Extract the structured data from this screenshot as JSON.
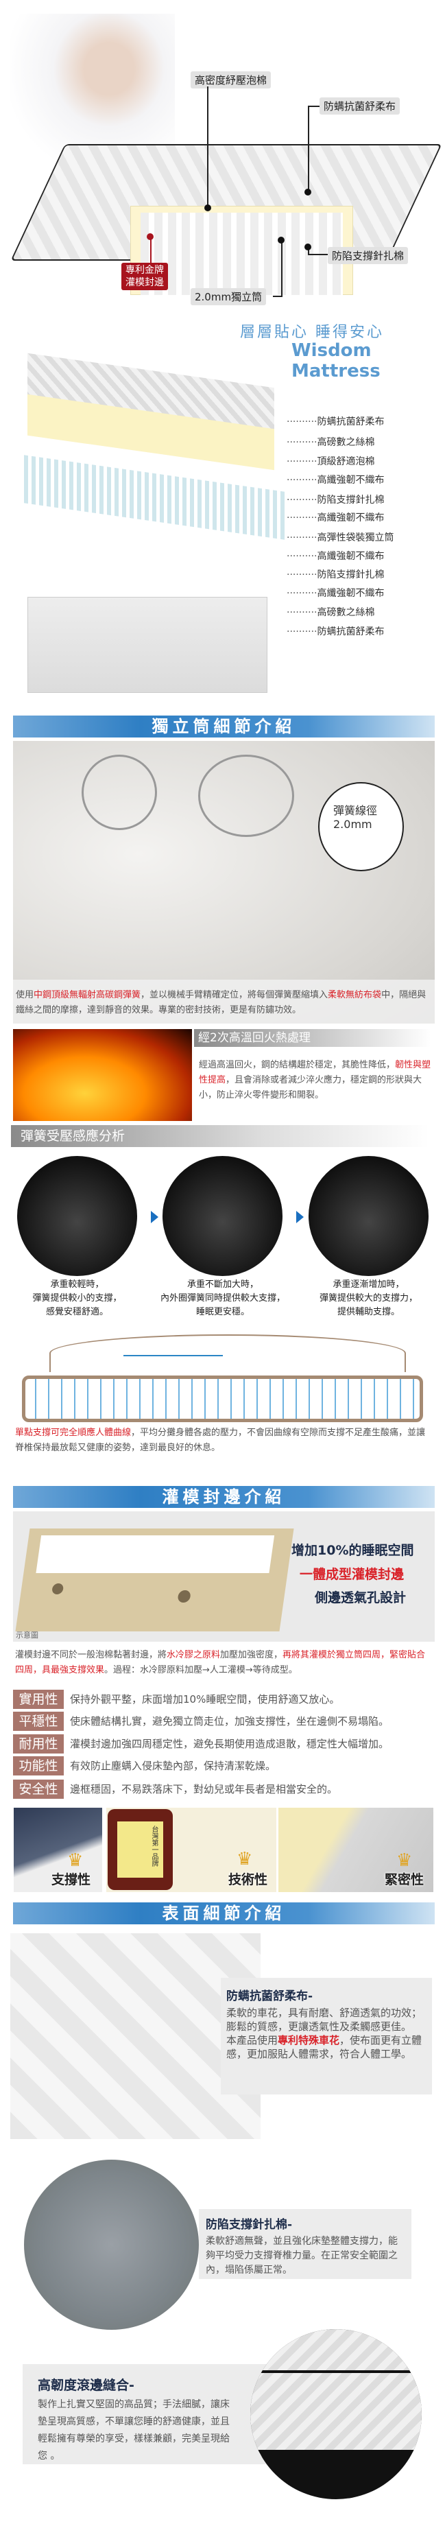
{
  "hero": {
    "labels": {
      "foam": "高密度紓壓泡棉",
      "fabric": "防螨抗菌舒柔布",
      "needle": "防陷支撐針扎棉",
      "edge": "專利金牌\n灌模封邊",
      "spring": "2.0mm獨立筒"
    },
    "tagline": "層層貼心 睡得安心",
    "brand": "Wisdom Mattress"
  },
  "layers": [
    "防螨抗菌舒柔布",
    "高磅數之絲棉",
    "頂級舒適泡棉",
    "高纖強韌不織布",
    "防陷支撐針扎棉",
    "高纖強韌不織布",
    "高彈性袋裝獨立筒",
    "高纖強韌不織布",
    "防陷支撐針扎棉",
    "高纖強韌不織布",
    "高磅數之絲棉",
    "防螨抗菌舒柔布"
  ],
  "spring_section": {
    "header": "獨立筒細節介紹",
    "callout": "彈簧線徑\n2.0mm",
    "desc_pre": "使用",
    "desc_red1": "中鋼頂級無輻射高碳鋼彈簧",
    "desc_mid": "，並以機械手臂精確定位，將每個彈簧壓縮填入",
    "desc_red2": "柔軟無紡布袋",
    "desc_post": "中，隔絕與鐵絲之間的摩擦，達到靜音的效果。專業的密封技術，更是有防鏽功效。",
    "heat_title": "經2次高溫回火熱處理",
    "heat_pre": "經過高溫回火，鋼的結構趨於穩定，其脆性降低，",
    "heat_red": "韌性與塑性提高",
    "heat_post": "，且會消除或者減少淬火應力，穩定鋼的形狀與大小，防止淬火零件變形和開裂。",
    "pressure_title": "彈簧受壓感應分析",
    "stages": [
      {
        "line1": "承重較輕時，",
        "line2": "彈簧提供較小的支撐，",
        "line3": "感覺安穩舒適。"
      },
      {
        "line1": "承重不斷加大時，",
        "line2": "內外圈彈簧同時提供較大支撐，",
        "line3": "睡眠更安穩。"
      },
      {
        "line1": "承重逐漸增加時，",
        "line2": "彈簧提供較大的支撐力，",
        "line3": "提供輔助支撐。"
      }
    ],
    "body_red": "單點支撐可完全順應人體曲線",
    "body_post": "，平均分攤身體各處的壓力，不會因曲線有空隙而支撐不足產生酸痛，並讓脊椎保持最放鬆又健康的姿勢，達到最良好的休息。"
  },
  "edge_section": {
    "header": "灌模封邊介紹",
    "labels": [
      "增加10%的睡眠空間",
      "一體成型灌模封邊",
      "側邊透氣孔設計"
    ],
    "illustration_note": "示意圖",
    "desc_pre": "灌模封邊不同於一般泡棉黏著封邊，將",
    "desc_red1": "水冷膠之原料",
    "desc_mid": "加壓加強密度，",
    "desc_red2": "再將其灌模於獨立筒四周，緊密貼合四周，具最強支撐效果",
    "desc_post": "。過程：水冷膠原料加壓→人工灌模→等待成型。",
    "features": [
      {
        "tag": "實用性",
        "text": "保持外觀平整，床面增加10%睡眠空間，使用舒適又放心。"
      },
      {
        "tag": "平穩性",
        "text": "使床體結構扎實，避免獨立筒走位，加強支撐性，坐在邊側不易塌陷。"
      },
      {
        "tag": "耐用性",
        "text": "灌模封邊加強四周穩定性，避免長期使用造成退散，穩定性大幅增加。"
      },
      {
        "tag": "功能性",
        "text": "有效防止塵螨入侵床墊內部，保持清潔乾燥。"
      },
      {
        "tag": "安全性",
        "text": "邊框穩固，不易跌落床下，對幼兒或年長者是相當安全的。"
      }
    ],
    "photos": [
      "支撐性",
      "技術性",
      "緊密性"
    ],
    "plaque": "台灣第一品牌"
  },
  "surface_section": {
    "header": "表面細節介紹",
    "fabric": {
      "title": "防螨抗菌舒柔布-",
      "p1": "柔軟的車花，具有耐磨、舒適透氣的功效；膨鬆的質感，更讓透氣性及柔觸感更佳。",
      "p2_pre": "本產品使用",
      "p2_red": "專利特殊車花",
      "p2_post": "，使布面更有立體感，更加服貼人體需求，符合人體工學。"
    },
    "needle": {
      "title": "防陷支撐針扎棉-",
      "text": "柔軟舒適無聲，並且強化床墊整體支撐力，能夠平均受力支撐脊椎力量。在正常安全範圍之內，塌陷係屬正常。"
    },
    "piping": {
      "title": "高韌度滾邊縫合-",
      "text": "製作上扎實又堅固的高品質；手法細膩，讓床墊呈現高質感，不單讓您睡的舒適健康，並且輕鬆擁有尊榮的享受，樣樣兼顧，完美呈現給您 。"
    }
  },
  "colors": {
    "header_blue": "#2f7fc4",
    "accent_red": "#d9232a",
    "tag_brown": "#a8756b",
    "tagline_blue": "#5b9bd0"
  }
}
